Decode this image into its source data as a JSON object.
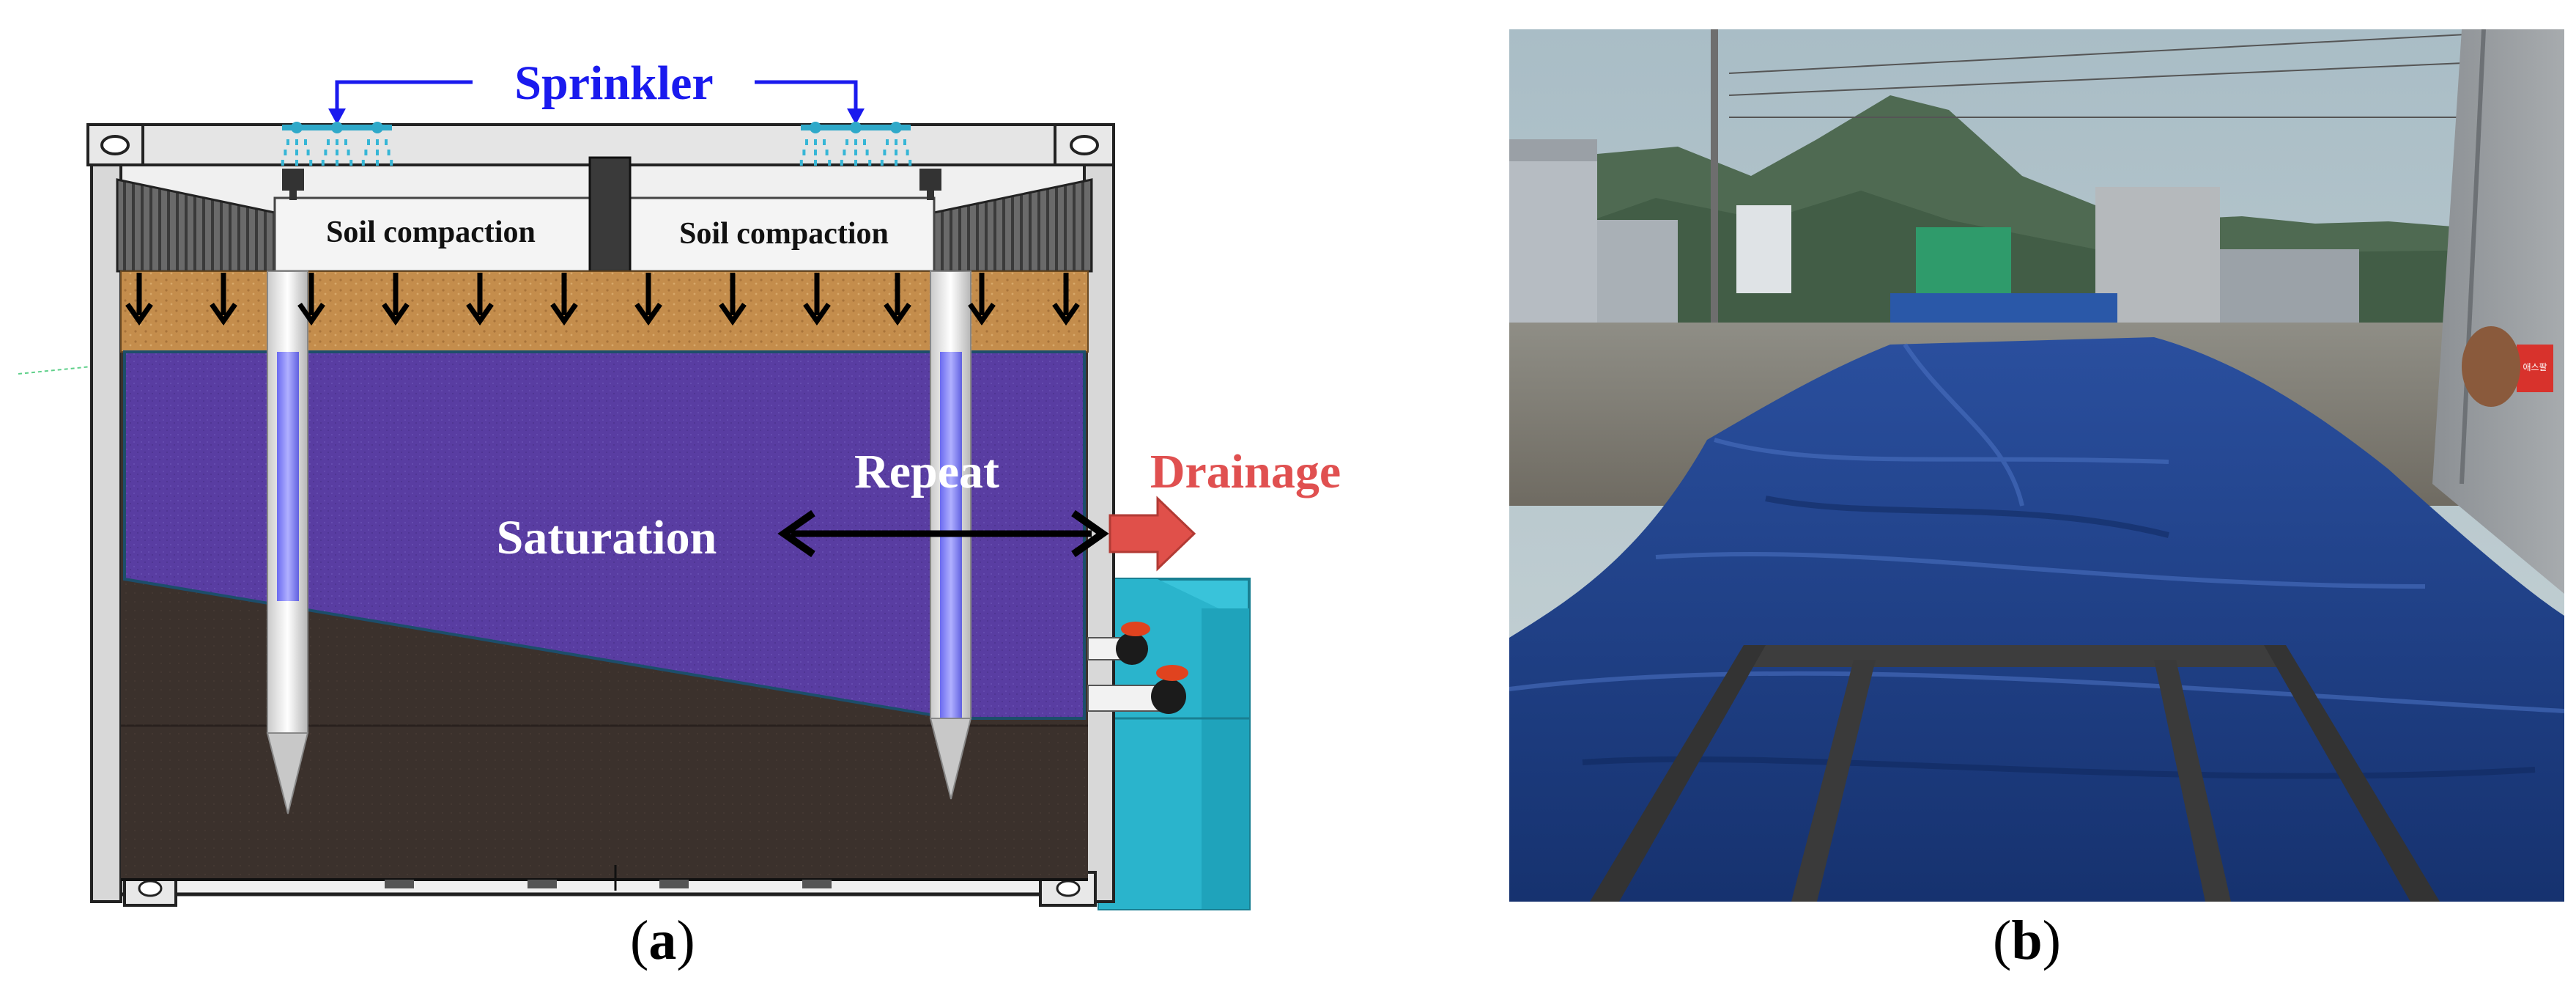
{
  "panel_a": {
    "sprinkler_label": "Sprinkler",
    "left_compaction_label": "Soil compaction",
    "right_compaction_label": "Soil compaction",
    "repeat_label": "Repeat",
    "saturation_label": "Saturation",
    "drainage_label": "Drainage",
    "caption_open": "(",
    "caption_letter": "a",
    "caption_close": ")"
  },
  "panel_b": {
    "sign_text": "애스팔",
    "caption_open": "(",
    "caption_letter": "b",
    "caption_close": ")"
  },
  "colors": {
    "sprinkler_blue": "#1a1aee",
    "drainage_red": "#e05050",
    "saturation_purple": "#5b3fa8",
    "soil_tan": "#c08a4a",
    "dark_soil": "#3a302c",
    "tarp_blue": "#1f3f8f",
    "water_cyan": "#3cc8de"
  }
}
